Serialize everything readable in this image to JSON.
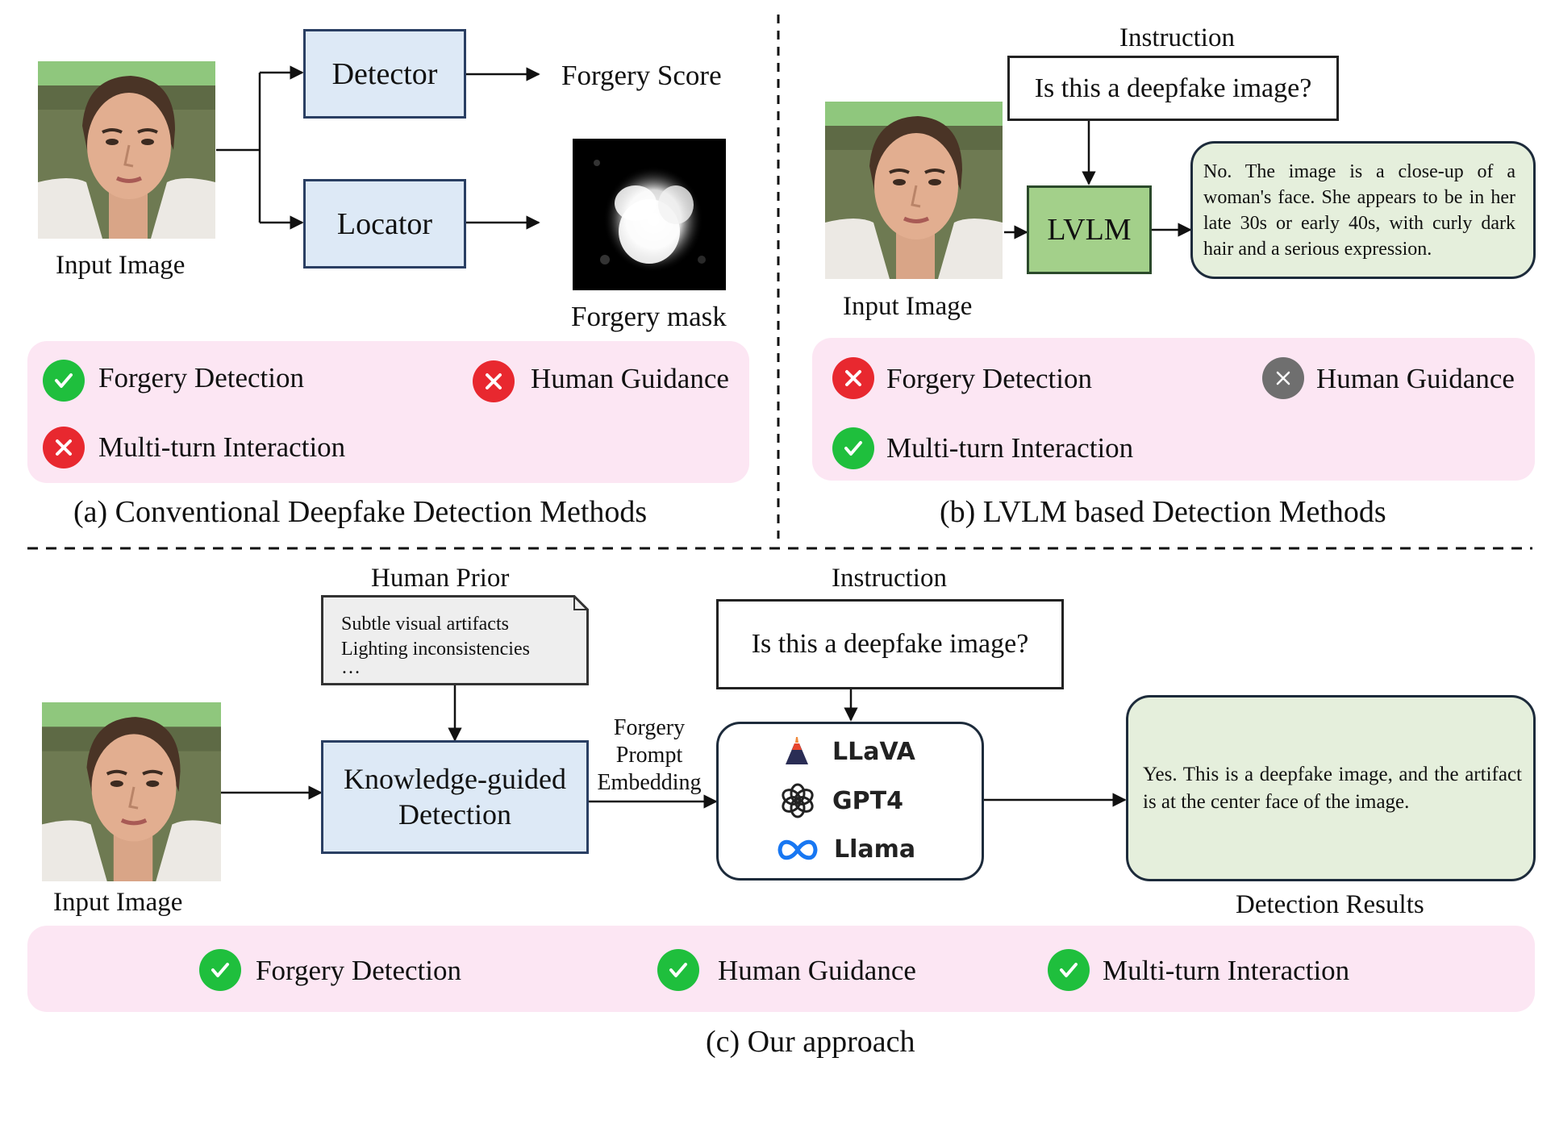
{
  "panel_a": {
    "detector": "Detector",
    "locator": "Locator",
    "forgery_score": "Forgery Score",
    "forgery_mask": "Forgery mask",
    "input_image": "Input Image",
    "features": {
      "forgery_detection": "Forgery Detection",
      "human_guidance": "Human Guidance",
      "multi_turn": "Multi-turn Interaction"
    },
    "caption": "(a) Conventional Deepfake Detection Methods"
  },
  "panel_b": {
    "instruction_label": "Instruction",
    "instruction_text": "Is this a deepfake image?",
    "lvlm": "LVLM",
    "response": "No. The image is a close-up of a woman's face. She appears to be in her late 30s or early 40s, with curly dark hair and a serious expression.",
    "input_image": "Input Image",
    "features": {
      "forgery_detection": "Forgery Detection",
      "human_guidance": "Human Guidance",
      "multi_turn": "Multi-turn Interaction"
    },
    "caption": "(b) LVLM based Detection Methods"
  },
  "panel_c": {
    "human_prior_label": "Human Prior",
    "human_prior_lines": [
      "Subtle visual artifacts",
      "Lighting inconsistencies",
      "…"
    ],
    "instruction_label": "Instruction",
    "instruction_text": "Is this a deepfake image?",
    "kgd_line1": "Knowledge-guided",
    "kgd_line2": "Detection",
    "embedding_lines": [
      "Forgery",
      "Prompt",
      "Embedding"
    ],
    "models": [
      "LLaVA",
      "GPT4",
      "Llama"
    ],
    "response": "Yes. This is a deepfake image, and the artifact is at the center face of the image.",
    "detection_results": "Detection Results",
    "input_image": "Input Image",
    "features": {
      "forgery_detection": "Forgery Detection",
      "human_guidance": "Human Guidance",
      "multi_turn": "Multi-turn Interaction"
    },
    "caption": "(c) Our approach"
  },
  "colors": {
    "check": "#1fbf3d",
    "cross": "#e8282f",
    "neutral": "#6f6f6f",
    "pink_bg": "#fce6f3",
    "blue_box": "#dde9f6",
    "green_box": "#a3d08a",
    "response_bg": "#e5efdc"
  }
}
